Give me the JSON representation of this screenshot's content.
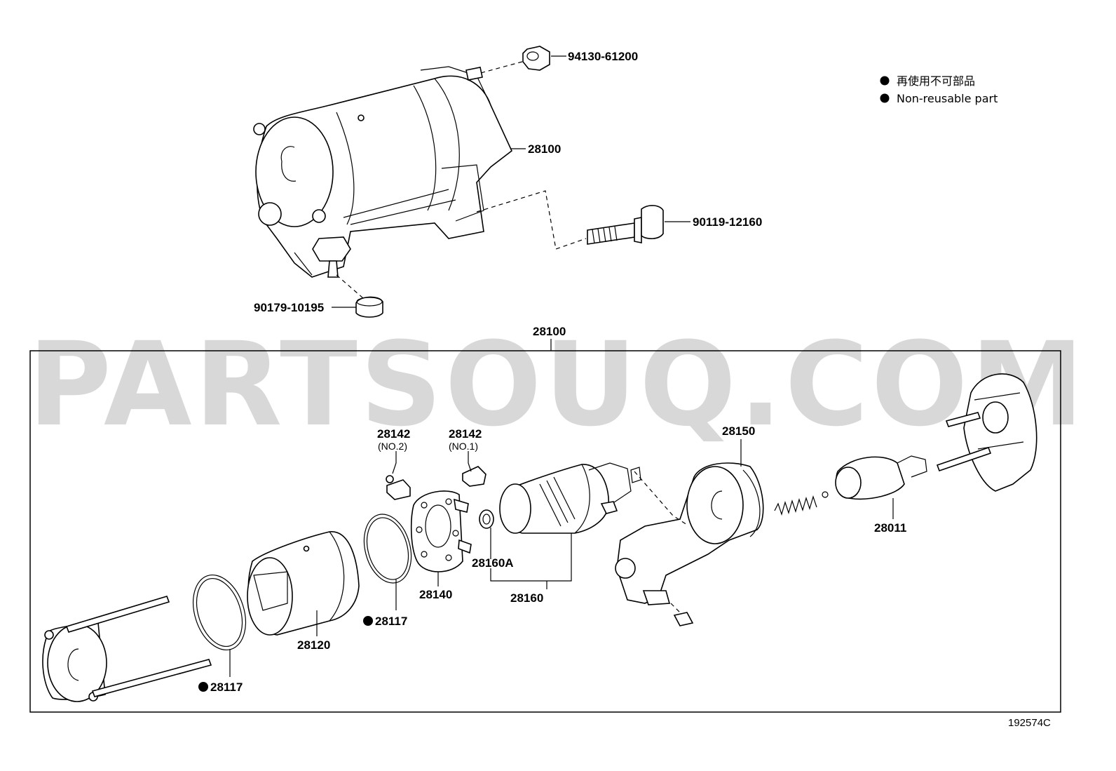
{
  "watermark": "PARTSOUQ.COM",
  "legend": {
    "item_jp": "再使用不可部品",
    "item_en": "Non-reusable part",
    "marker_color": "#000000"
  },
  "callouts": {
    "nut_top": "94130-61200",
    "starter_assy_top": "28100",
    "bolt": "90119-12160",
    "nut_terminal": "90179-10195",
    "assy_group": "28100",
    "brush_holder_no2_part": "28142",
    "brush_holder_no2_note": "(NO.2)",
    "brush_holder_no1_part": "28142",
    "brush_holder_no1_note": "(NO.1)",
    "clutch_housing": "28150",
    "pinion_clutch": "28011",
    "bearing": "28160A",
    "armature": "28160",
    "brush_holder": "28140",
    "oring_inner": "28117",
    "yoke": "28120",
    "oring_outer": "28117"
  },
  "diagram_ref": "192574C"
}
